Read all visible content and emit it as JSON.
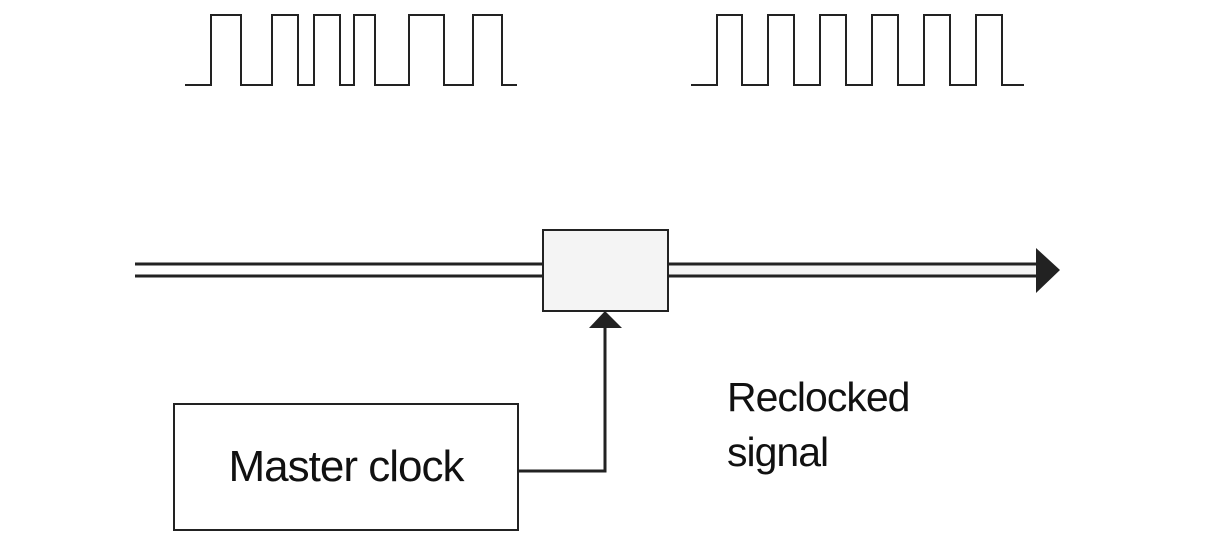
{
  "title": "Reclocking a signal with a master clock",
  "colors": {
    "stroke": "#222222",
    "box_fill": "#f4f4f4",
    "background": "#ffffff",
    "text": "#111111"
  },
  "waveforms": [
    {
      "name": "input-signal-waveform",
      "description": "Irregular (jittered) pulse train",
      "pulse_count": 6,
      "regular": false
    },
    {
      "name": "reclocked-signal-waveform",
      "description": "Regular pulse train after reclocking",
      "pulse_count": 6,
      "regular": true
    }
  ],
  "nodes": {
    "reclocking_box": {
      "label": ""
    },
    "master_clock": {
      "label": "Master clock"
    }
  },
  "labels": {
    "output_line1": "Reclocked",
    "output_line2": "signal"
  },
  "edges": [
    {
      "from": "input",
      "to": "reclocking_box",
      "style": "double-line"
    },
    {
      "from": "reclocking_box",
      "to": "output",
      "style": "double-line-arrow"
    },
    {
      "from": "master_clock",
      "to": "reclocking_box",
      "style": "elbow-arrow"
    }
  ]
}
